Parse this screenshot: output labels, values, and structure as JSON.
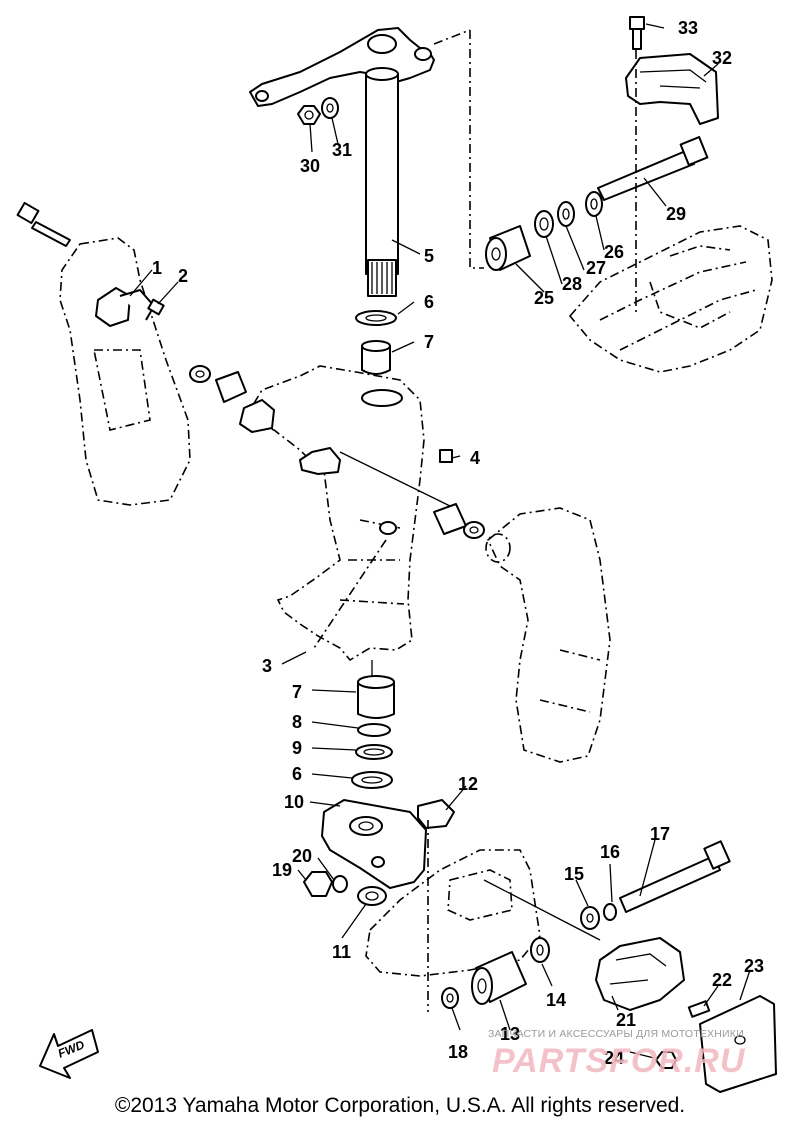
{
  "diagram": {
    "callouts": [
      "1",
      "2",
      "3",
      "4",
      "5",
      "6",
      "7",
      "7",
      "8",
      "9",
      "6",
      "10",
      "11",
      "12",
      "13",
      "14",
      "15",
      "16",
      "17",
      "18",
      "19",
      "20",
      "21",
      "22",
      "23",
      "24",
      "25",
      "26",
      "27",
      "28",
      "29",
      "30",
      "31",
      "32",
      "33"
    ],
    "fwd_label": "FWD"
  },
  "footer": {
    "copyright": "©2013 Yamaha Motor Corporation, U.S.A. All rights reserved."
  },
  "watermark": {
    "line1": "ЗАПЧАСТИ И АКСЕССУАРЫ ДЛЯ МОТОТЕХНИКИ",
    "line2": "PARTSFOR.RU"
  }
}
